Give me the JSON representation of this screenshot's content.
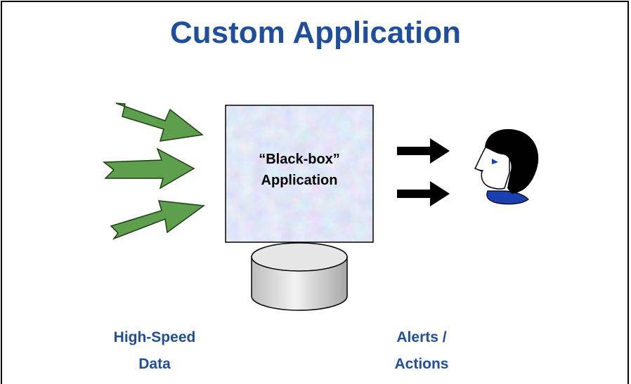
{
  "slide": {
    "title": "Custom Application",
    "box_label_line1": "“Black-box”",
    "box_label_line2": "Application",
    "left_caption_line1": "High-Speed",
    "left_caption_line2": "Data",
    "right_caption_line1": "Alerts /",
    "right_caption_line2": "Actions"
  },
  "colors": {
    "title": "#1f4e9c",
    "input_arrows": "#5e9f4e",
    "output_arrows": "#000000",
    "box_fill": "#c7d3ee",
    "database": "#d9d9d9"
  },
  "icons": {
    "inputs": [
      "green-arrow-icon",
      "green-arrow-icon",
      "green-arrow-icon"
    ],
    "outputs": [
      "black-arrow-icon",
      "black-arrow-icon"
    ],
    "store": "database-cylinder-icon",
    "user": "person-head-icon"
  }
}
